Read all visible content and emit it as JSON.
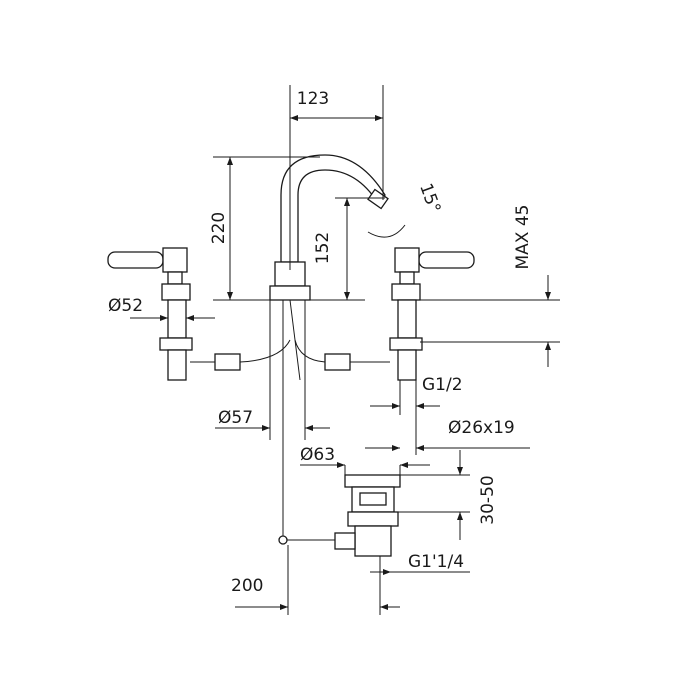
{
  "drawing": {
    "dimensions": {
      "spout_reach": "123",
      "total_height": "220",
      "spout_height": "152",
      "spout_angle": "15°",
      "max_deck_thickness": "MAX 45",
      "handle_base_diameter": "Ø52",
      "inlet_thread": "G1/2",
      "spout_base_diameter": "Ø57",
      "hose_diameter": "Ø26x19",
      "waste_diameter": "Ø63",
      "waste_range": "30-50",
      "waste_thread": "G1'1/4",
      "rod_distance": "200"
    },
    "line_color": "#1a1a1a"
  }
}
